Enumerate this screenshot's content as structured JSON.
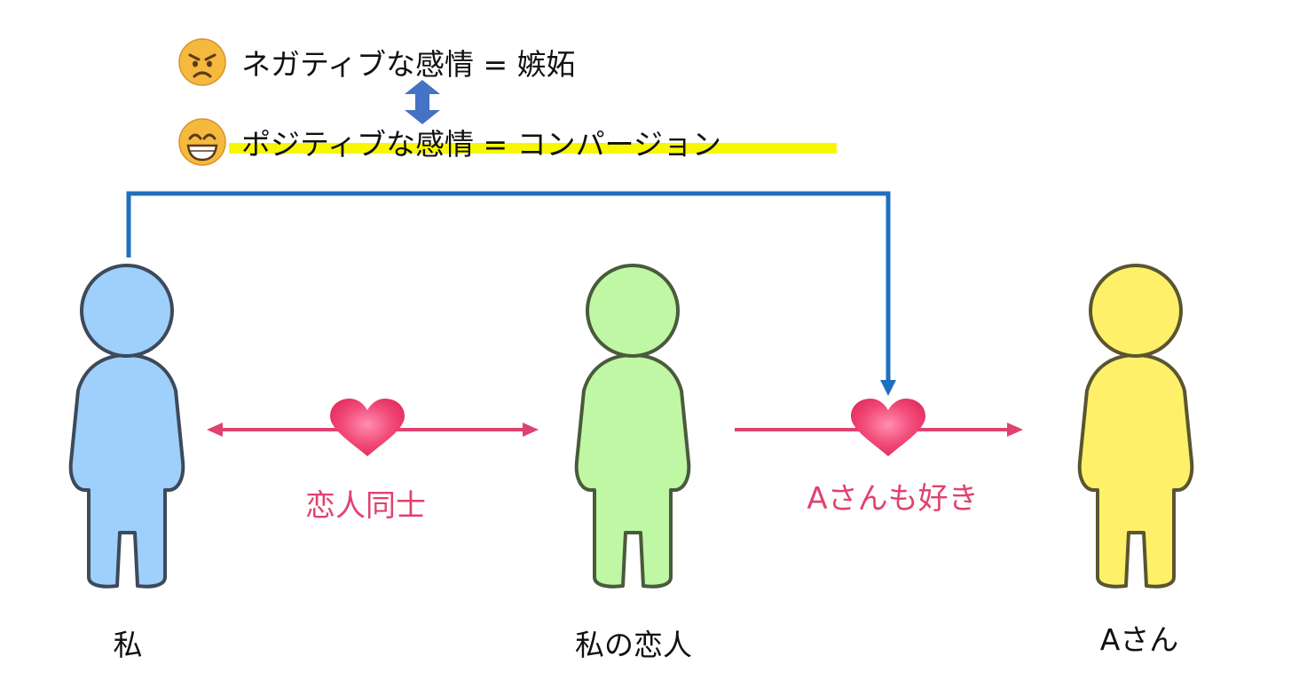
{
  "legend": {
    "negative": {
      "icon": "angry-face-icon",
      "text": "ネガティブな感情 = 嫉妬"
    },
    "positive": {
      "icon": "grinning-face-icon",
      "text": "ポジティブな感情 = コンパージョン"
    },
    "highlight_color": "#f7f700",
    "swap_arrow_color": "#4472c4"
  },
  "people": [
    {
      "id": "me",
      "label": "私",
      "color": "#9fcffb"
    },
    {
      "id": "partner",
      "label": "私の恋人",
      "color": "#bff7a4"
    },
    {
      "id": "person-a",
      "label": "Aさん",
      "color": "#fff06a"
    }
  ],
  "relations": {
    "lovers": {
      "label": "恋人同士",
      "color": "#e0426f"
    },
    "also_likes_a": {
      "label": "Aさんも好き",
      "color": "#e0426f"
    }
  },
  "connector_color": "#1f6fbf"
}
